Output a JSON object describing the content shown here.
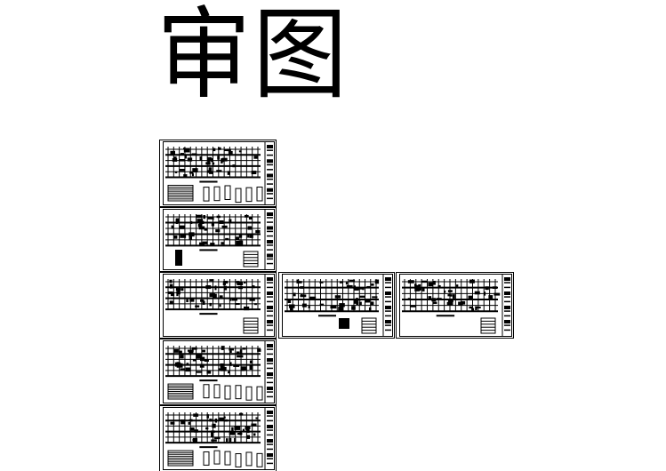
{
  "title": "审图",
  "sheets": [
    {
      "id": "sheet-1",
      "kind": "plan-with-details"
    },
    {
      "id": "sheet-2",
      "kind": "floor-plan"
    },
    {
      "id": "sheet-3",
      "kind": "floor-plan-with-table"
    },
    {
      "id": "sheet-4",
      "kind": "plan-with-details"
    },
    {
      "id": "sheet-5",
      "kind": "plan-with-details"
    },
    {
      "id": "sheet-6",
      "kind": "floor-plan"
    },
    {
      "id": "sheet-7",
      "kind": "floor-plan"
    }
  ],
  "colors": {
    "background": "#ffffff",
    "line": "#000000"
  }
}
